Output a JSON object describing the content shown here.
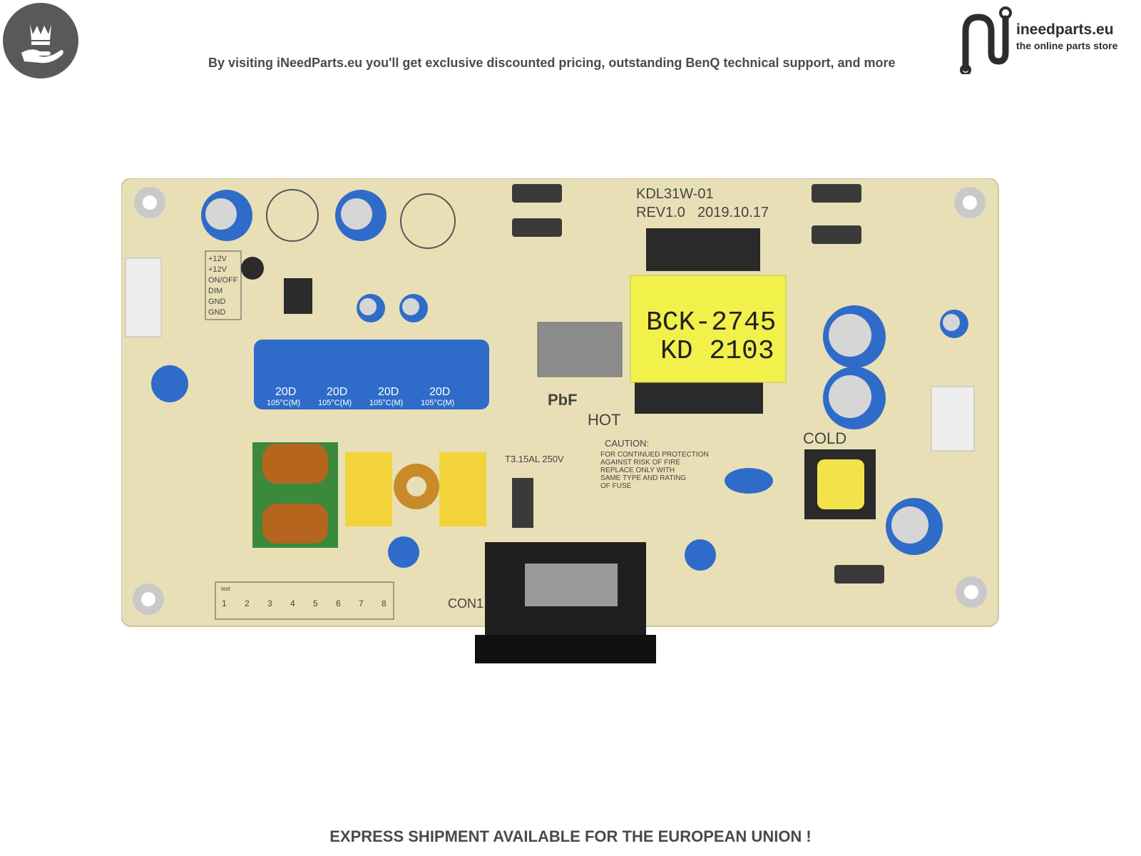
{
  "header": {
    "tagline": "By visiting iNeedParts.eu you'll get exclusive discounted pricing, outstanding BenQ technical support, and more"
  },
  "logo": {
    "name": "ineedparts.eu",
    "subtitle": "the online parts store"
  },
  "board": {
    "model": "KDL31W-01",
    "revision": "REV1.0",
    "date": "2019.10.17",
    "transformer_line1": "BCK-2745",
    "transformer_line2": "KD  2103",
    "capacitor_label": "20D",
    "capacitor_sub": "105°C(M)",
    "pbf": "PbF",
    "hot": "HOT",
    "cold": "COLD",
    "fuse": "T3.15AL 250V",
    "con1": "CON1",
    "caution": [
      "CAUTION:",
      "FOR CONTINUED PROTECTION",
      "AGAINST RISK OF FIRE",
      "REPLACE ONLY WITH",
      "SAME TYPE AND RATING",
      "OF FUSE"
    ],
    "pin_labels": [
      "+12V",
      "+12V",
      "ON/OFF",
      "DIM",
      "GND",
      "GND"
    ],
    "test_points": [
      "1",
      "2",
      "3",
      "4",
      "5",
      "6",
      "7",
      "8"
    ],
    "test_label": "test"
  },
  "footer": {
    "text": "EXPRESS SHIPMENT AVAILABLE FOR THE EUROPEAN UNION !"
  },
  "colors": {
    "board": "#e9dfb6",
    "transformer": "#f2f04a",
    "capacitor": "#2f6cc9",
    "badge": "#58595b"
  }
}
